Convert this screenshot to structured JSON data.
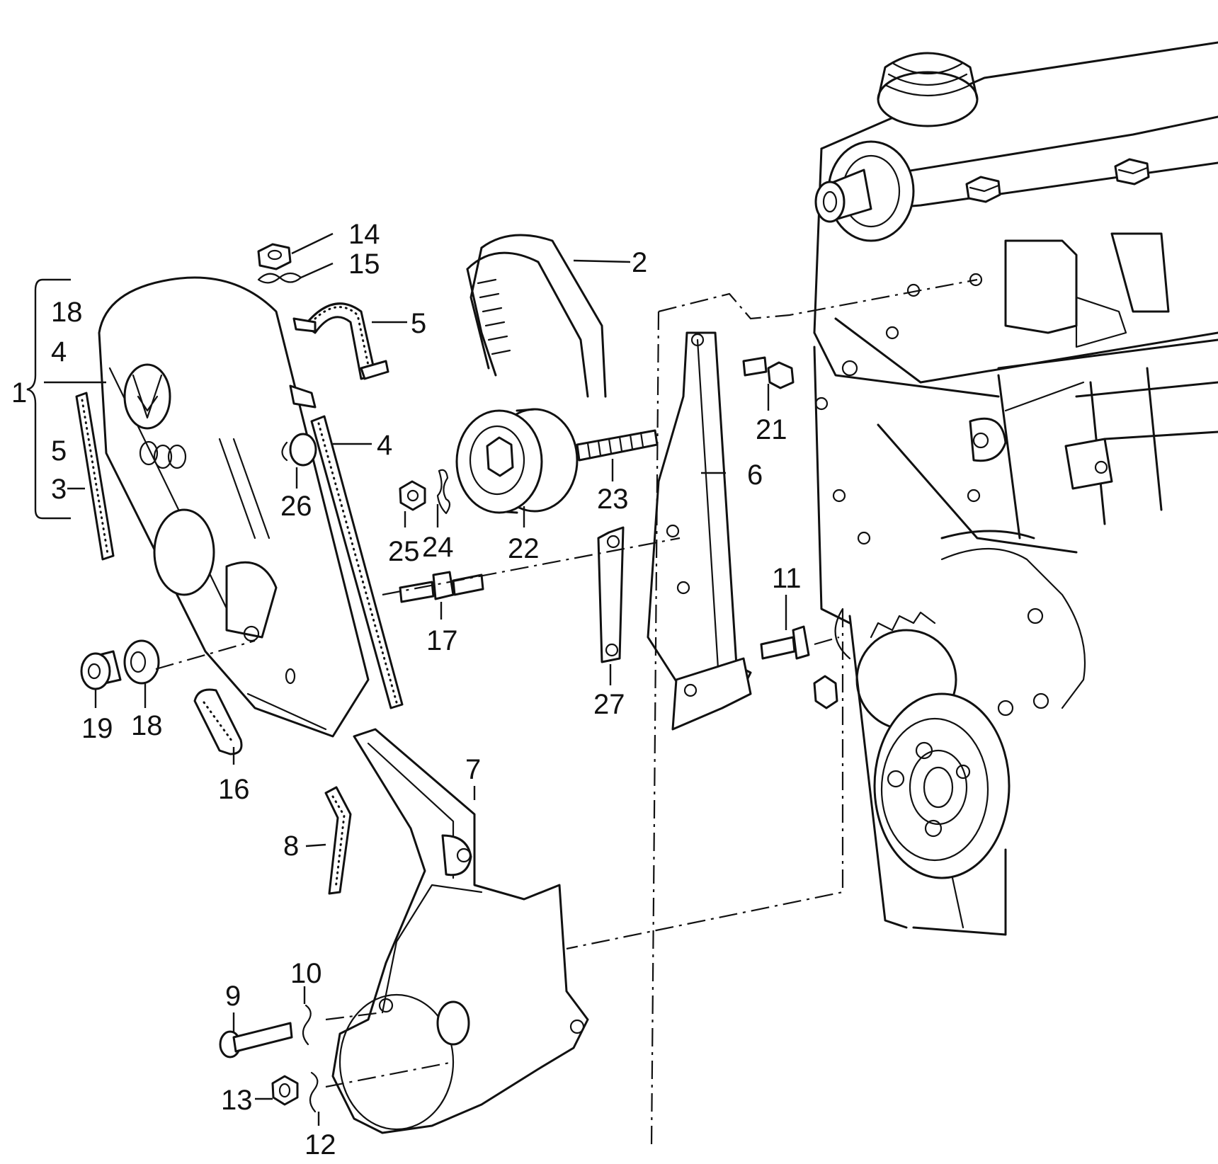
{
  "callouts": {
    "c1": "1",
    "c2": "2",
    "c3": "3",
    "c4": "4",
    "c5": "5",
    "c6": "6",
    "c7": "7",
    "c8": "8",
    "c9": "9",
    "c10": "10",
    "c11": "11",
    "c12": "12",
    "c13": "13",
    "c14": "14",
    "c15": "15",
    "c16": "16",
    "c17": "17",
    "c18": "18",
    "c19": "19",
    "c21": "21",
    "c22": "22",
    "c23": "23",
    "c24": "24",
    "c25": "25",
    "c26": "26",
    "c27": "27"
  },
  "group1": {
    "n18": "18",
    "n4": "4",
    "n5": "5",
    "n3": "3"
  }
}
